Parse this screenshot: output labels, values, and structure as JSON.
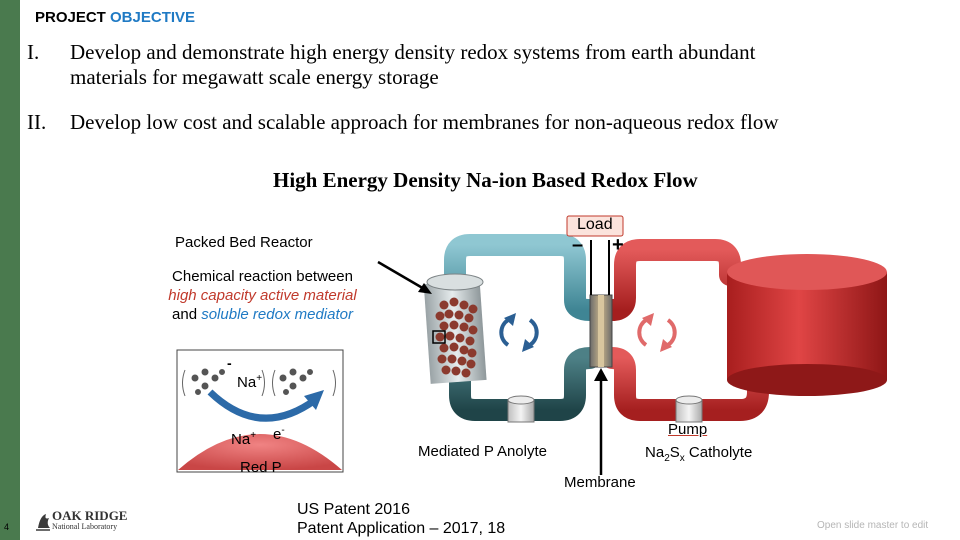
{
  "header": {
    "title_prefix": "PROJECT ",
    "title_accent": "OBJECTIVE"
  },
  "objectives": [
    {
      "num": "I.",
      "line1": "Develop and demonstrate high energy density redox systems from earth abundant",
      "line2": "materials for megawatt scale energy storage"
    },
    {
      "num": "II.",
      "line1": "Develop low cost and scalable approach for membranes for non-aqueous redox flow",
      "line2": ""
    }
  ],
  "subtitle": "High Energy Density Na-ion Based Redox Flow",
  "labels": {
    "packed_bed": "Packed Bed Reactor",
    "chem_line1": "Chemical reaction between",
    "chem_line2": "high capacity active material",
    "chem_and": "and ",
    "chem_line3": "soluble redox mediator",
    "load": "Load",
    "minus": "–",
    "plus": "+",
    "na_plus_top": "Na",
    "na_plus_bottom": "Na",
    "plus_sup": "+",
    "electron": "e",
    "electron_sup": "-",
    "minus_sup": "-",
    "red_p": "Red P",
    "anolyte": "Mediated P Anolyte",
    "pump": "Pump",
    "catholyte_prefix": "Na",
    "catholyte_sub": "2",
    "catholyte_mid": "S",
    "catholyte_sub2": "x",
    "catholyte_suffix": " Catholyte",
    "membrane": "Membrane"
  },
  "footer": {
    "page_num": "4",
    "logo_line1": "OAK RIDGE",
    "logo_line2": "National Laboratory",
    "patent_line1": "US Patent 2016",
    "patent_line2": "Patent Application – 2017, 18",
    "watermark": "Open slide master to edit"
  },
  "colors": {
    "accent": "#1f7ac4",
    "side_bar": "#4a7a4e",
    "catholyte_red": "#c62f2f",
    "anolyte_teal": "#5a9fae",
    "dark_teal": "#2e5a5e",
    "particles": "#8b3a2e"
  }
}
